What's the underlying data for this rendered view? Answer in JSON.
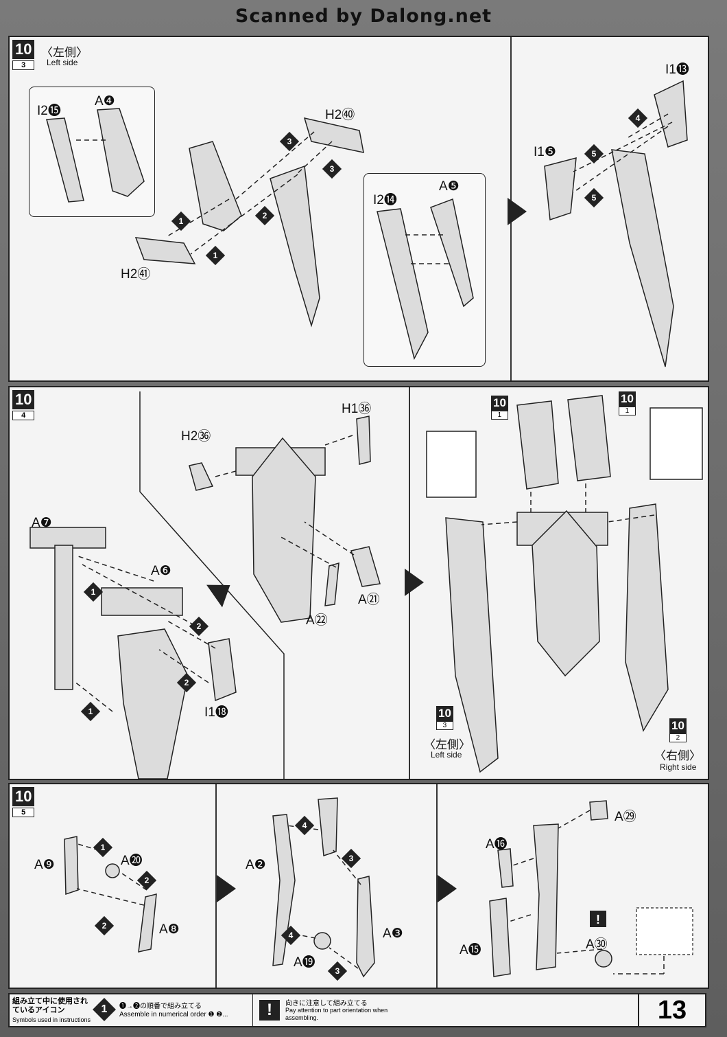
{
  "watermark": "Scanned by Dalong.net",
  "page_number": "13",
  "step_number": "10",
  "panels": {
    "p1": {
      "sub": "3",
      "side_jp": "〈左側〉",
      "side_en": "Left side",
      "labels": [
        "I2⓯",
        "A❹",
        "H2㊵",
        "H2㊶",
        "I2⓮",
        "A❺",
        "I1⓭",
        "I1❺"
      ],
      "badges": [
        "3",
        "3",
        "2",
        "1",
        "1",
        "4",
        "5",
        "5"
      ]
    },
    "p2": {
      "sub": "4",
      "labels": [
        "H1㊱",
        "H2㊱",
        "A❼",
        "A❻",
        "I1⓲",
        "A㉑",
        "A㉒"
      ],
      "badges": [
        "1",
        "2",
        "2",
        "1"
      ],
      "refs": [
        {
          "num": "10",
          "sub": "1"
        },
        {
          "num": "10",
          "sub": "1"
        },
        {
          "num": "10",
          "sub": "3"
        },
        {
          "num": "10",
          "sub": "2"
        }
      ],
      "left_jp": "〈左側〉",
      "left_en": "Left side",
      "right_jp": "〈右側〉",
      "right_en": "Right side"
    },
    "p3": {
      "sub": "5",
      "labels": [
        "A❾",
        "A⓴",
        "A❽",
        "A❷",
        "A⓳",
        "A❸",
        "A㉙",
        "A⓰",
        "A⓯",
        "A㉚"
      ],
      "badges": [
        "1",
        "2",
        "2",
        "4",
        "3",
        "4",
        "3"
      ]
    }
  },
  "footer": {
    "icon_title_jp": "組み立て中に使用されているアイコン",
    "icon_title_en": "Symbols used in instructions",
    "icon1_symbol": "1",
    "icon1_jp": "❶→❷の順番で組み立てる",
    "icon1_en": "Assemble in numerical order ❶ ❷...",
    "icon2_symbol": "!",
    "icon2_jp": "向きに注意して組み立てる",
    "icon2_en": "Pay attention to part orientation when assembling."
  },
  "colors": {
    "ink": "#222222",
    "paper": "#f4f4f4",
    "background": "#6f6f6f"
  }
}
